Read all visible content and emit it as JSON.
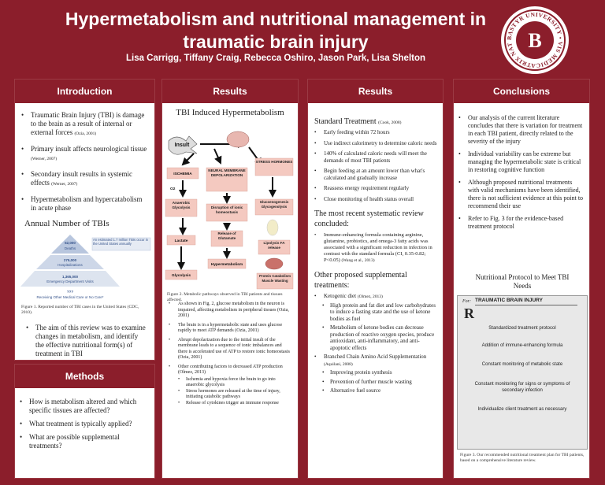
{
  "header": {
    "title_line1": "Hypermetabolism and nutritional management in",
    "title_line2": "traumatic brain injury",
    "authors": "Lisa Carrigg, Tiffany Craig, Rebecca Oshiro, Jason Park, Lisa Shelton"
  },
  "logo": {
    "ring_text": "BASTYR UNIVERSITY • VIS MEDICATRIX NATURAE",
    "monogram": "B"
  },
  "intro": {
    "heading": "Introduction",
    "bullets": [
      {
        "text": "Traumatic Brain Injury (TBI) is damage to the brain as a result of internal or external forces",
        "cite": "(Ozia, 2001)"
      },
      {
        "text": "Primary insult affects neurological tissue",
        "cite": "(Werner, 2007)"
      },
      {
        "text": "Secondary insult results in systemic effects",
        "cite": "(Werner, 2007)"
      },
      {
        "text": "Hypermetabolism and hypercatabolism in acute phase",
        "cite": ""
      }
    ],
    "annual_title": "Annual Number of TBIs",
    "pyramid": {
      "tier1": "52,000",
      "tier1b": "Deaths",
      "tier2": "275,000",
      "tier2b": "Hospitalizations",
      "tier3": "1,365,000",
      "tier3b": "Emergency Department Visits",
      "tier4": "???",
      "tier4b": "Receiving Other Medical Care or No Care*",
      "note": "An estimated 1.7 million TBIs occur in the United States annually"
    },
    "fig1_caption": "Figure 1. Reported number of TBI cases in the United States (CDC, 2010).",
    "aim": "The aim of this review was to examine changes in metabolism, and identify the effective nutritional form(s) of treatment in TBI"
  },
  "methods": {
    "heading": "Methods",
    "bullets": [
      "How is metabolism altered and which specific tissues are affected?",
      "What treatment is typically applied?",
      "What are possible supplemental treatments?"
    ]
  },
  "results1": {
    "heading": "Results",
    "diagram_title": "TBI Induced Hypermetabolism",
    "nodes": {
      "insult": "Insult",
      "ischemia": "ISCHEMIA",
      "neural": "NEURAL MEMBRANE DEPOLARIZATION",
      "stress": "STRESS HORMONES",
      "o2": "O2",
      "anaerobic": "Anaerobic Glycolysis",
      "disruption": "Disruption of ionic homeostasis",
      "glucose": "Glucoenogenesis Glycogenolysis",
      "glutamate": "Release of Glutamate",
      "lactate": "Lactate",
      "lipolysis": "Lipolysis FA release",
      "hyper": "Hypermetabolism",
      "glycolysis": "Glycolysis",
      "protein": "Protein Catabolism Muscle Wasting"
    },
    "fig2_caption": "Figure 2. Metabolic pathways observed in TBI patients and tissues affected.",
    "bullets": [
      "As shown in Fig. 2, glucose metabolism in the neuron is impaired, affecting metabolism in peripheral tissues (Ozia, 2001)",
      "The brain is in a hypermetabolic state and uses glucose rapidly to meet ATP demands (Ozia, 2001)",
      "Abrupt depolarization due to the initial insult of the membrane leads to a sequence of ionic imbalances and there is accelerated use of ATP to restore ionic homeostasis (Ozia, 2001)",
      "Other contributing factors to decreased ATP production (Olmez, 2013)"
    ],
    "sub_bullets": [
      "Ischemia and hypoxia force the brain to go into anaerobic glycolysis",
      "Stress hormones are released at the time of injury, initiating catabolic pathways",
      "Release of cytokines trigger an immune response"
    ]
  },
  "results2": {
    "heading": "Results",
    "standard_title": "Standard Treatment",
    "standard_cite": "(Cook, 2008)",
    "standard_bullets": [
      "Early feeding within 72 hours",
      "Use indirect calorimetry to determine caloric needs",
      "140% of calculated caloric needs will meet the demands of most TBI patients",
      "Begin feeding at an amount lower than what's calculated and gradually increase",
      "Reassess energy requirement regularly",
      "Close monitoring of health status overall"
    ],
    "systematic_title": "The most recent systematic review concluded:",
    "systematic_bullet": "Immune-enhancing formula containing arginine, glutamine, probiotics, and omega-3 fatty acids was associated with a significant reduction in infection in contrast with the standard formula (CI, 0.35-0.82; P<0.05)",
    "systematic_cite": "(Wang et al., 2013)",
    "other_title": "Other proposed supplemental treatments:",
    "other_bullets": [
      {
        "text": "Ketogenic diet",
        "cite": "(Olmez, 2013)"
      },
      {
        "text": "Branched Chain Amino Acid Supplementation",
        "cite": "(Aquilani, 2008)"
      }
    ],
    "keto_sub": [
      "High protein and fat diet and low carbohydrates to induce a fasting state and the use of ketone bodies as fuel",
      "Metabolism of ketone bodies can decrease production of reactive oxygen species, produce antioxidant, anti-inflammatory, and anti-apoptotic effects"
    ],
    "bcaa_sub": [
      "Improving protein synthesis",
      "Prevention of further muscle wasting",
      "Alternative fuel source"
    ]
  },
  "conclusions": {
    "heading": "Conclusions",
    "bullets": [
      "Our analysis of the current literature concludes that there is variation for treatment in each TBI patient, directly related to the severity of the injury",
      "Individual variability can be extreme but managing the hypermetabolic state is critical in restoring cognitive function",
      "Although proposed nutritional treatments with valid mechanisms have been identified, there is not sufficient evidence at this point to recommend their use",
      "Refer to Fig. 3 for the evidence-based treatment protocol"
    ],
    "protocol_title": "Nutritional Protocol to Meet TBI Needs",
    "rx": {
      "for": "For:",
      "patient": "TRAUMATIC BRAIN INJURY",
      "symbol": "R",
      "lines": [
        "Standardized treatment protocol",
        "Addition of immune-enhancing formula",
        "Constant monitoring of metabolic state",
        "Constant monitoring for signs or symptoms of secondary infection",
        "Individualize client treatment as necessary"
      ]
    },
    "fig3_caption": "Figure 3. Our recommended nutritional treatment plan for TBI patients, based on a comprehensive literature review."
  }
}
